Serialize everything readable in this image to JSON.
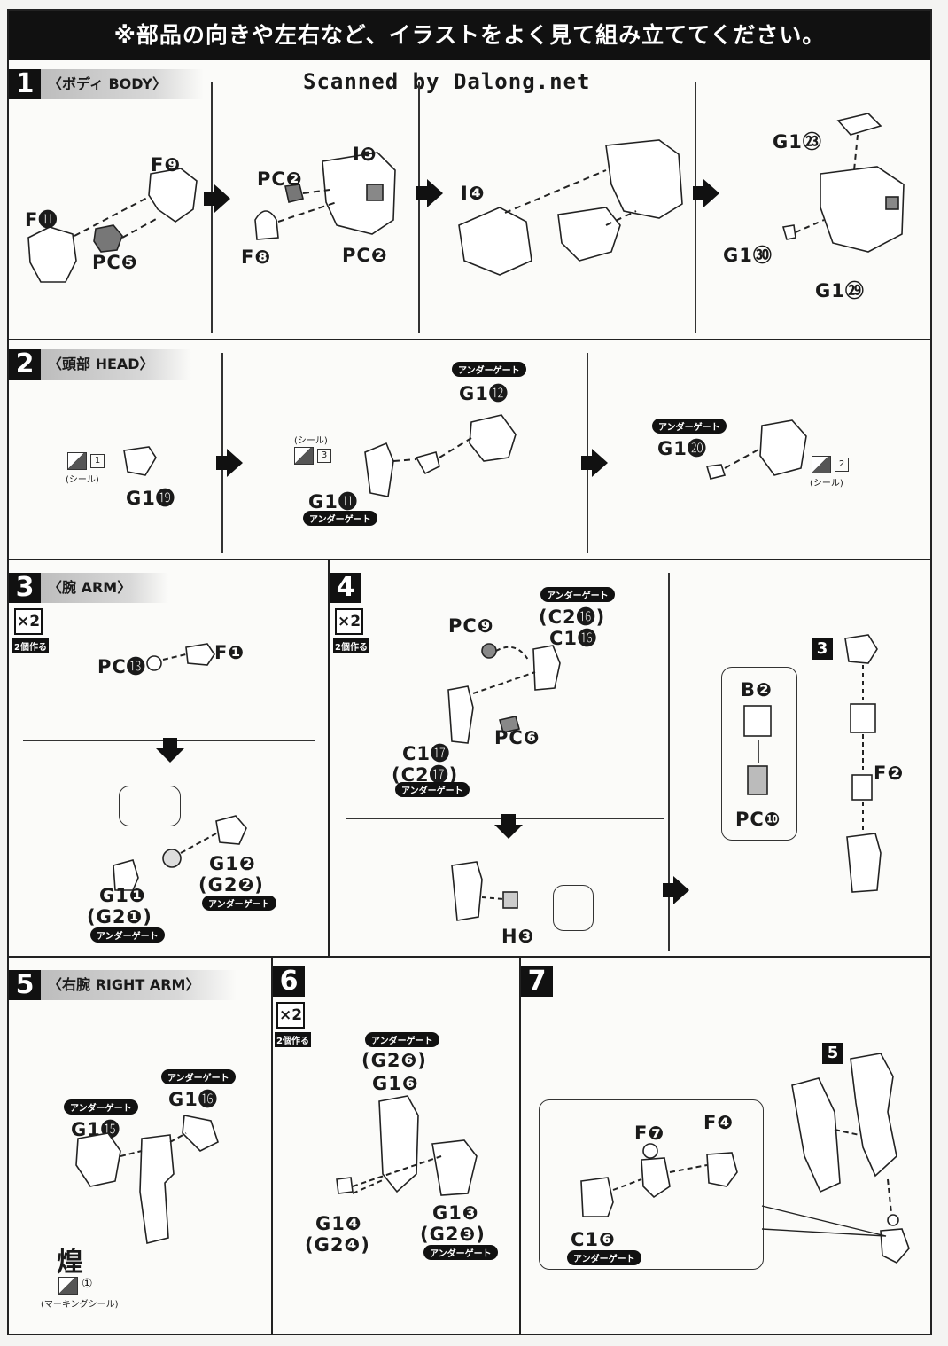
{
  "header": {
    "notice": "※部品の向きや左右など、イラストをよく見て組み立ててください。",
    "scan_credit": "Scanned by Dalong.net"
  },
  "steps": {
    "s1": {
      "num": "1",
      "title": "〈ボディ BODY〉"
    },
    "s2": {
      "num": "2",
      "title": "〈頭部 HEAD〉"
    },
    "s3": {
      "num": "3",
      "title": "〈腕 ARM〉",
      "qty": "×2",
      "qty_note": "2個作る"
    },
    "s4": {
      "num": "4",
      "title": "",
      "qty": "×2",
      "qty_note": "2個作る"
    },
    "s5": {
      "num": "5",
      "title": "〈右腕 RIGHT ARM〉"
    },
    "s6": {
      "num": "6",
      "title": "",
      "qty": "×2",
      "qty_note": "2個作る"
    },
    "s7": {
      "num": "7",
      "title": ""
    }
  },
  "labels": {
    "underGate": "アンダーゲート",
    "seal": "(シール)",
    "markingSeal": "(マーキングシール)",
    "kanjiMark": "煌",
    "s1": {
      "f11": "F⓫",
      "f9": "F❾",
      "pc5": "PC❺",
      "pc2a": "PC❷",
      "i3": "I❸",
      "f8": "F❽",
      "pc2b": "PC❷",
      "i4": "I❹",
      "g23": "G1㉓",
      "g30": "G1㉚",
      "g29": "G1㉙"
    },
    "s2": {
      "g19": "G1⓳",
      "st1": "1",
      "st3": "3",
      "st2": "2",
      "g12": "G1⓬",
      "g11": "G1⓫",
      "g20": "G1⓴"
    },
    "s3": {
      "pc13": "PC⓭",
      "f1": "F❶",
      "g1_2": "G1❷",
      "g2_2": "(G2❷)",
      "g1_1": "G1❶",
      "g2_1": "(G2❶)"
    },
    "s4": {
      "pc9": "PC❾",
      "c216": "(C2⓰)",
      "c116": "C1⓰",
      "c117": "C1⓱",
      "c217": "(C2⓱)",
      "pc6": "PC❻",
      "h3": "H❸",
      "ref3": "3",
      "b2": "B❷",
      "pc10": "PC❿",
      "f2": "F❷"
    },
    "s5": {
      "g15": "G1⓯",
      "g16": "G1⓰",
      "st1": "①"
    },
    "s6": {
      "g26": "(G2❻)",
      "g16": "G1❻",
      "g14": "G1❹",
      "g24": "(G2❹)",
      "g13": "G1❸",
      "g23": "(G2❸)"
    },
    "s7": {
      "f7": "F❼",
      "f4": "F❹",
      "c16": "C1❻",
      "ref5": "5"
    }
  }
}
